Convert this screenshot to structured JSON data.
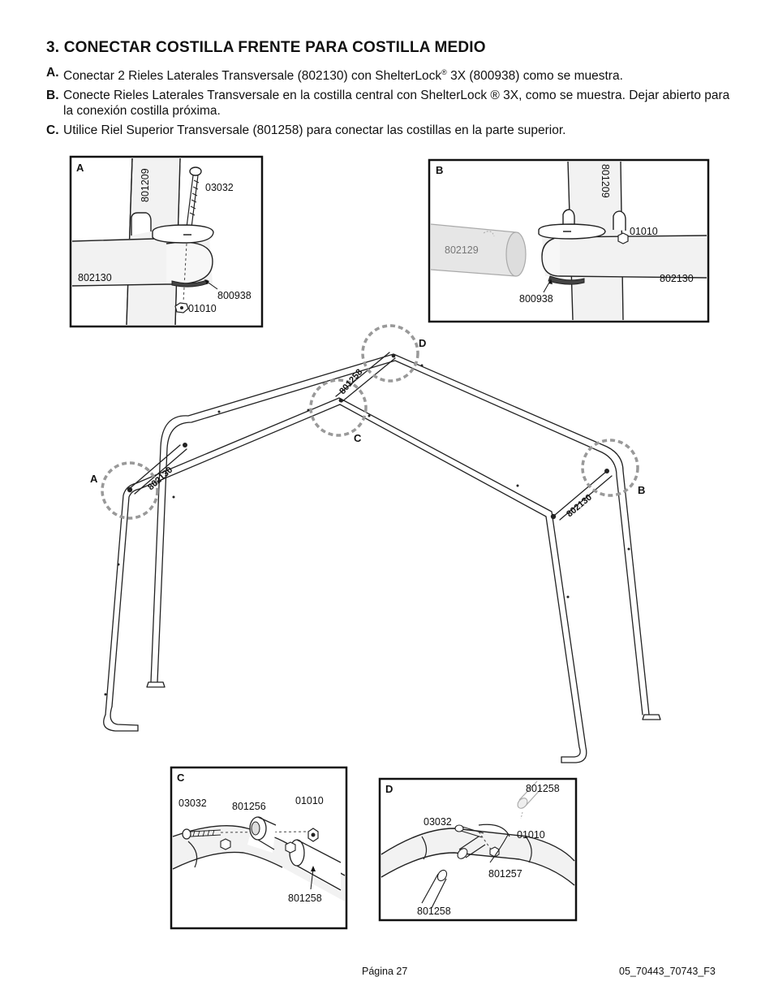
{
  "heading": "3. CONECTAR COSTILLA FRENTE PARA COSTILLA MEDIO",
  "steps": [
    {
      "letter": "A.",
      "pre": "Conectar 2 Rieles Laterales Transversale (802130) con ShelterLock",
      "sup": "®",
      "post": " 3X (800938) como se muestra."
    },
    {
      "letter": "B.",
      "text": "Conecte Rieles Laterales Transversale en la costilla central con ShelterLock ® 3X, como se muestra. Dejar abierto para la conexión costilla próxima."
    },
    {
      "letter": "C.",
      "text": "Utilice Riel Superior Transversale (801258) para conectar las costillas en la parte superior."
    }
  ],
  "detail_a": {
    "letter": "A",
    "labels": {
      "post": "801209",
      "bolt": "03032",
      "rail": "802130",
      "lock": "800938",
      "nut": "01010"
    }
  },
  "detail_b": {
    "letter": "B",
    "labels": {
      "post": "801209",
      "nut": "01010",
      "pipe": "802129",
      "rail": "802130",
      "lock": "800938"
    }
  },
  "detail_c": {
    "letter": "C",
    "labels": {
      "bolt": "03032",
      "joint": "801256",
      "nut": "01010",
      "rail": "801258"
    }
  },
  "detail_d": {
    "letter": "D",
    "labels": {
      "rail_top": "801258",
      "bolt": "03032",
      "nut": "01010",
      "joint": "801257",
      "rail": "801258"
    }
  },
  "main": {
    "callouts": {
      "a": "A",
      "b": "B",
      "c": "C",
      "d": "D"
    },
    "rail_labels": {
      "top": "801258",
      "left": "802130",
      "right": "802130"
    }
  },
  "footer": {
    "page": "Página 27",
    "code": "05_70443_70743_F3"
  }
}
